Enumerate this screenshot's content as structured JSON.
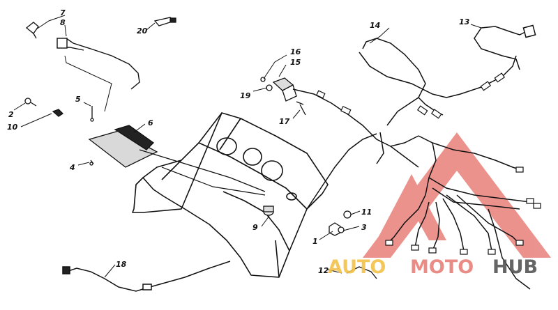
{
  "callouts": [
    {
      "label": "1"
    },
    {
      "label": "2"
    },
    {
      "label": "3"
    },
    {
      "label": "4"
    },
    {
      "label": "5"
    },
    {
      "label": "6"
    },
    {
      "label": "7"
    },
    {
      "label": "8"
    },
    {
      "label": "9"
    },
    {
      "label": "10"
    },
    {
      "label": "11"
    },
    {
      "label": "12"
    },
    {
      "label": "13"
    },
    {
      "label": "14"
    },
    {
      "label": "15"
    },
    {
      "label": "16"
    },
    {
      "label": "17"
    },
    {
      "label": "18"
    },
    {
      "label": "19"
    },
    {
      "label": "20"
    }
  ],
  "watermark": {
    "part1": "AUTO",
    "part2": "MOTO",
    "part3": "HUB",
    "color_primary": "#e8807a",
    "color_secondary": "#f3c24a",
    "color_text_dark": "#555555"
  },
  "colors": {
    "ink": "#111111",
    "background": "#ffffff"
  }
}
